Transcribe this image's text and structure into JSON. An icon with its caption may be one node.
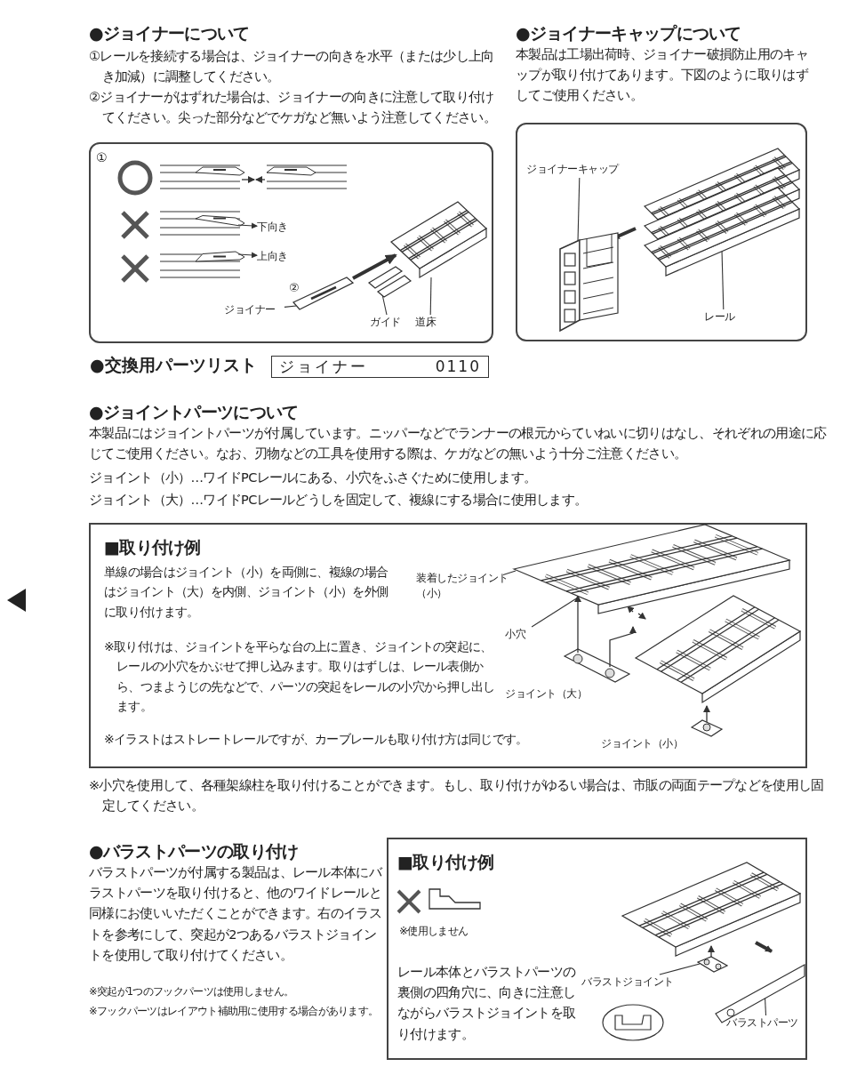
{
  "diagram": {
    "nodes": [
      {
        "text": [
          "①"
        ]
      },
      {
        "text": [
          "下向き"
        ],
        "in": 0
      },
      {
        "text": [
          "上向き"
        ],
        "in": 0
      },
      {
        "text": [
          "ジョイナー"
        ],
        "in": 0
      },
      {
        "text": [
          "ガイド"
        ],
        "in": 0
      },
      {
        "text": [
          "道床"
        ],
        "in": 0
      },
      {
        "text": [],
        "shape": "box"
      },
      {
        "text": [
          "ジョイナーキャップ"
        ],
        "in": 6
      },
      {
        "text": [
          "レール"
        ],
        "in": 6
      },
      {
        "text": [
          "●交換用パーツリスト",
          "ジョイナー",
          "0110"
        ]
      },
      {
        "text": [
          "■取り付け例",
          "単線の場合はジョイント（小）を両側に、複線の場合はジョイント（大）を内側、ジョイント（小）を外側に取り付けます。",
          "※取り付けは、ジョイントを平らな台の上に置き、ジョイントの突起に、レールの小穴をかぶせて押し込みます。取りはずしは、レール表側から、つまようじの先などで、パーツの突起をレールの小穴から押し出します。",
          "※イラストはストレートレールですが、カーブレールも取り付け方は同じです。"
        ]
      },
      {
        "text": [
          "装着したジョイント（小）"
        ],
        "in": 10
      },
      {
        "text": [
          "小穴"
        ],
        "in": 10
      },
      {
        "text": [
          "ジョイント（大）"
        ],
        "in": 10
      },
      {
        "text": [
          "ジョイント（小）"
        ],
        "in": 10
      },
      {
        "text": [
          "■取り付け例",
          "※使用しません",
          "レール本体とバラストパーツの裏側の四角穴に、向きに注意しながらバラストジョイントを取り付けます。"
        ]
      },
      {
        "text": [
          "バラストジョイント"
        ],
        "in": 15
      },
      {
        "text": [
          "バラストパーツ"
        ],
        "in": 15
      },
      {
        "text": [],
        "shape": "picture",
        "in": 0
      },
      {
        "text": [],
        "shape": "picture",
        "in": 0
      },
      {
        "text": [],
        "shape": "picture",
        "in": 0
      },
      {
        "text": [],
        "shape": "picture",
        "in": 6
      },
      {
        "text": [],
        "shape": "picture",
        "in": 6
      },
      {
        "text": [],
        "shape": "picture",
        "in": 10
      },
      {
        "text": [],
        "shape": "picture",
        "in": 15
      },
      {
        "text": [],
        "shape": "picture",
        "in": 15
      }
    ],
    "edges": [
      {
        "from": 3,
        "to": 20,
        "arrow": "none"
      },
      {
        "from": 4,
        "to": 18,
        "arrow": "none"
      },
      {
        "from": 5,
        "to": 19,
        "arrow": "none"
      },
      {
        "from": null,
        "to": 1,
        "arrow": "to"
      },
      {
        "from": null,
        "to": 2,
        "arrow": "to"
      },
      {
        "from": 7,
        "to": 21,
        "arrow": "none"
      },
      {
        "from": 8,
        "to": 22,
        "arrow": "none"
      },
      {
        "from": 11,
        "to": 23,
        "arrow": "none"
      },
      {
        "from": 12,
        "to": 23,
        "arrow": "none"
      },
      {
        "from": 16,
        "to": 24,
        "arrow": "none"
      },
      {
        "from": 17,
        "to": 25,
        "arrow": "none"
      },
      {
        "from": 20,
        "to": 19,
        "arrow": "to",
        "style": "thick"
      }
    ],
    "labels": [
      "●ジョイナーについて",
      "①レールを接続する場合は、ジョイナーの向きを水平（または少し上向き加減）に調整してください。",
      "②ジョイナーがはずれた場合は、ジョイナーの向きに注意して取り付けてください。尖った部分などでケガなど無いよう注意してください。",
      "●ジョイナーキャップについて",
      "本製品は工場出荷時、ジョイナー破損防止用のキャップが取り付けてあります。下図のように取りはずしてご使用ください。",
      "②",
      "●ジョイントパーツについて",
      "本製品にはジョイントパーツが付属しています。ニッパーなどでランナーの根元からていねいに切りはなし、それぞれの用途に応じてご使用ください。なお、刃物などの工具を使用する際は、ケガなどの無いよう十分ご注意ください。",
      "ジョイント（小）…ワイドPCレールにある、小穴をふさぐために使用します。",
      "ジョイント（大）…ワイドPCレールどうしを固定して、複線にする場合に使用します。",
      "※小穴を使用して、各種架線柱を取り付けることができます。もし、取り付けがゆるい場合は、市販の両面テープなどを使用し固定してください。",
      "●バラストパーツの取り付け",
      "バラストパーツが付属する製品は、レール本体にバラストパーツを取り付けると、他のワイドレールと同様にお使いいただくことができます。右のイラストを参考にして、突起が2つあるバラストジョイントを使用して取り付けてください。",
      "※突起が1つのフックパーツは使用しません。",
      "※フックパーツはレイアウト補助用に使用する場合があります。"
    ]
  }
}
